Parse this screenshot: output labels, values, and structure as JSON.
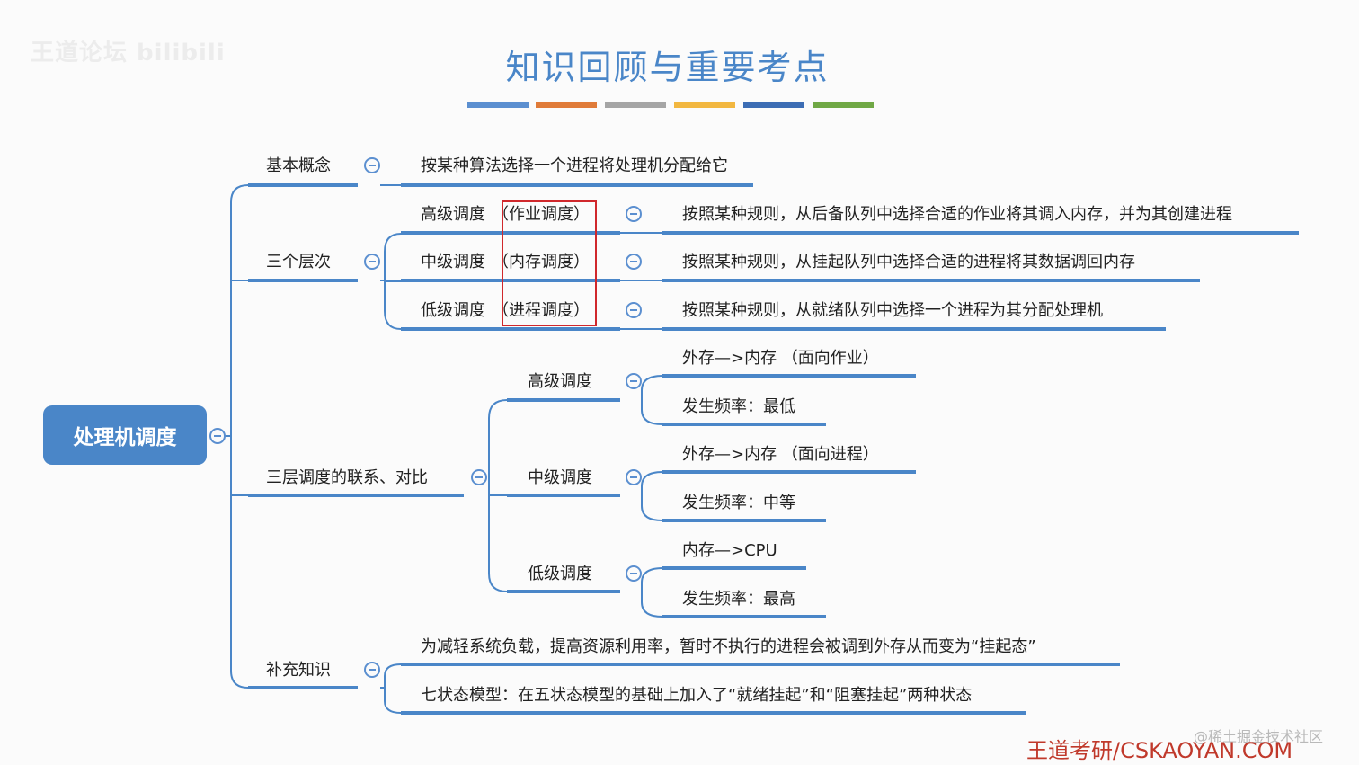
{
  "title": "知识回顾与重要考点",
  "title_bar_colors": [
    "#5b8fd0",
    "#e07b39",
    "#a5a5a5",
    "#f2b740",
    "#3c6db4",
    "#70a845"
  ],
  "watermark_top_left": "王道论坛 bilibili",
  "watermark_bottom_right": "@稀土掘金技术社区",
  "brand": "王道考研/CSKAOYAN.COM",
  "root": "处理机调度",
  "basic": {
    "label": "基本概念",
    "text": "按某种算法选择一个进程将处理机分配给它"
  },
  "levels": {
    "label": "三个层次",
    "items": [
      {
        "name": "高级调度",
        "alias": "（作业调度）",
        "desc": "按照某种规则，从后备队列中选择合适的作业将其调入内存，并为其创建进程"
      },
      {
        "name": "中级调度",
        "alias": "（内存调度）",
        "desc": "按照某种规则，从挂起队列中选择合适的进程将其数据调回内存"
      },
      {
        "name": "低级调度",
        "alias": "（进程调度）",
        "desc": "按照某种规则，从就绪队列中选择一个进程为其分配处理机"
      }
    ]
  },
  "compare": {
    "label": "三层调度的联系、对比",
    "items": [
      {
        "name": "高级调度",
        "a": "外存—>内存 （面向作业）",
        "b": "发生频率：最低"
      },
      {
        "name": "中级调度",
        "a": "外存—>内存 （面向进程）",
        "b": "发生频率：中等"
      },
      {
        "name": "低级调度",
        "a": "内存—>CPU",
        "b": "发生频率：最高"
      }
    ]
  },
  "extra": {
    "label": "补充知识",
    "items": [
      "为减轻系统负载，提高资源利用率，暂时不执行的进程会被调到外存从而变为“挂起态”",
      "七状态模型：在五状态模型的基础上加入了“就绪挂起”和“阻塞挂起”两种状态"
    ]
  }
}
